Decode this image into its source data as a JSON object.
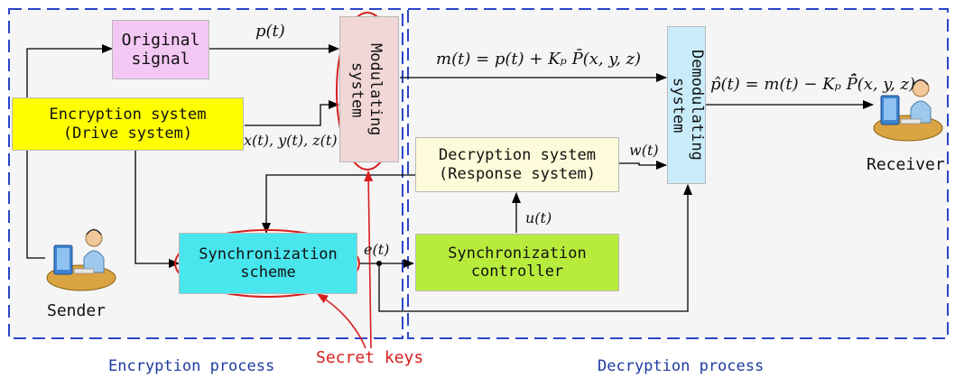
{
  "regions": {
    "encryption_label": "Encryption process",
    "decryption_label": "Decryption process"
  },
  "blocks": {
    "original_signal": [
      "Original",
      "signal"
    ],
    "encryption_system": [
      "Encryption system",
      "(Drive system)"
    ],
    "modulating_system": [
      "Modulating",
      "system"
    ],
    "demodulating_system": [
      "Demodulating",
      "system"
    ],
    "decryption_system": [
      "Decryption system",
      "(Response system)"
    ],
    "synchronization_scheme": [
      "Synchronization",
      "scheme"
    ],
    "synchronization_controller": [
      "Synchronization",
      "controller"
    ]
  },
  "signals": {
    "p_t": "p(t)",
    "xyz_t": "x(t), y(t), z(t)",
    "m_t": "m(t) = p(t) + Kₚ P̄(x, y, z)",
    "p_hat_t": "p̂(t) = m(t) − Kₚ P̄̂(x, y, z)",
    "w_t": "w(t)",
    "u_t": "u(t)",
    "e_t": "e(t)"
  },
  "actors": {
    "sender": "Sender",
    "receiver": "Receiver"
  },
  "annotations": {
    "secret_keys": "Secret keys"
  },
  "colors": {
    "region_border": "#2b45c8",
    "region_fill": "#f5f5f5",
    "original_signal": "#f4c8f4",
    "encryption_system": "#ffff00",
    "modulating_system": "#f2d7d7",
    "demodulating_system": "#c9ecfb",
    "decryption_system": "#fdfbd9",
    "synchronization_scheme": "#49e6ee",
    "synchronization_controller": "#b8ec3c",
    "key_ellipse": "#d81e1e",
    "label_blue": "#1e3aa0"
  }
}
